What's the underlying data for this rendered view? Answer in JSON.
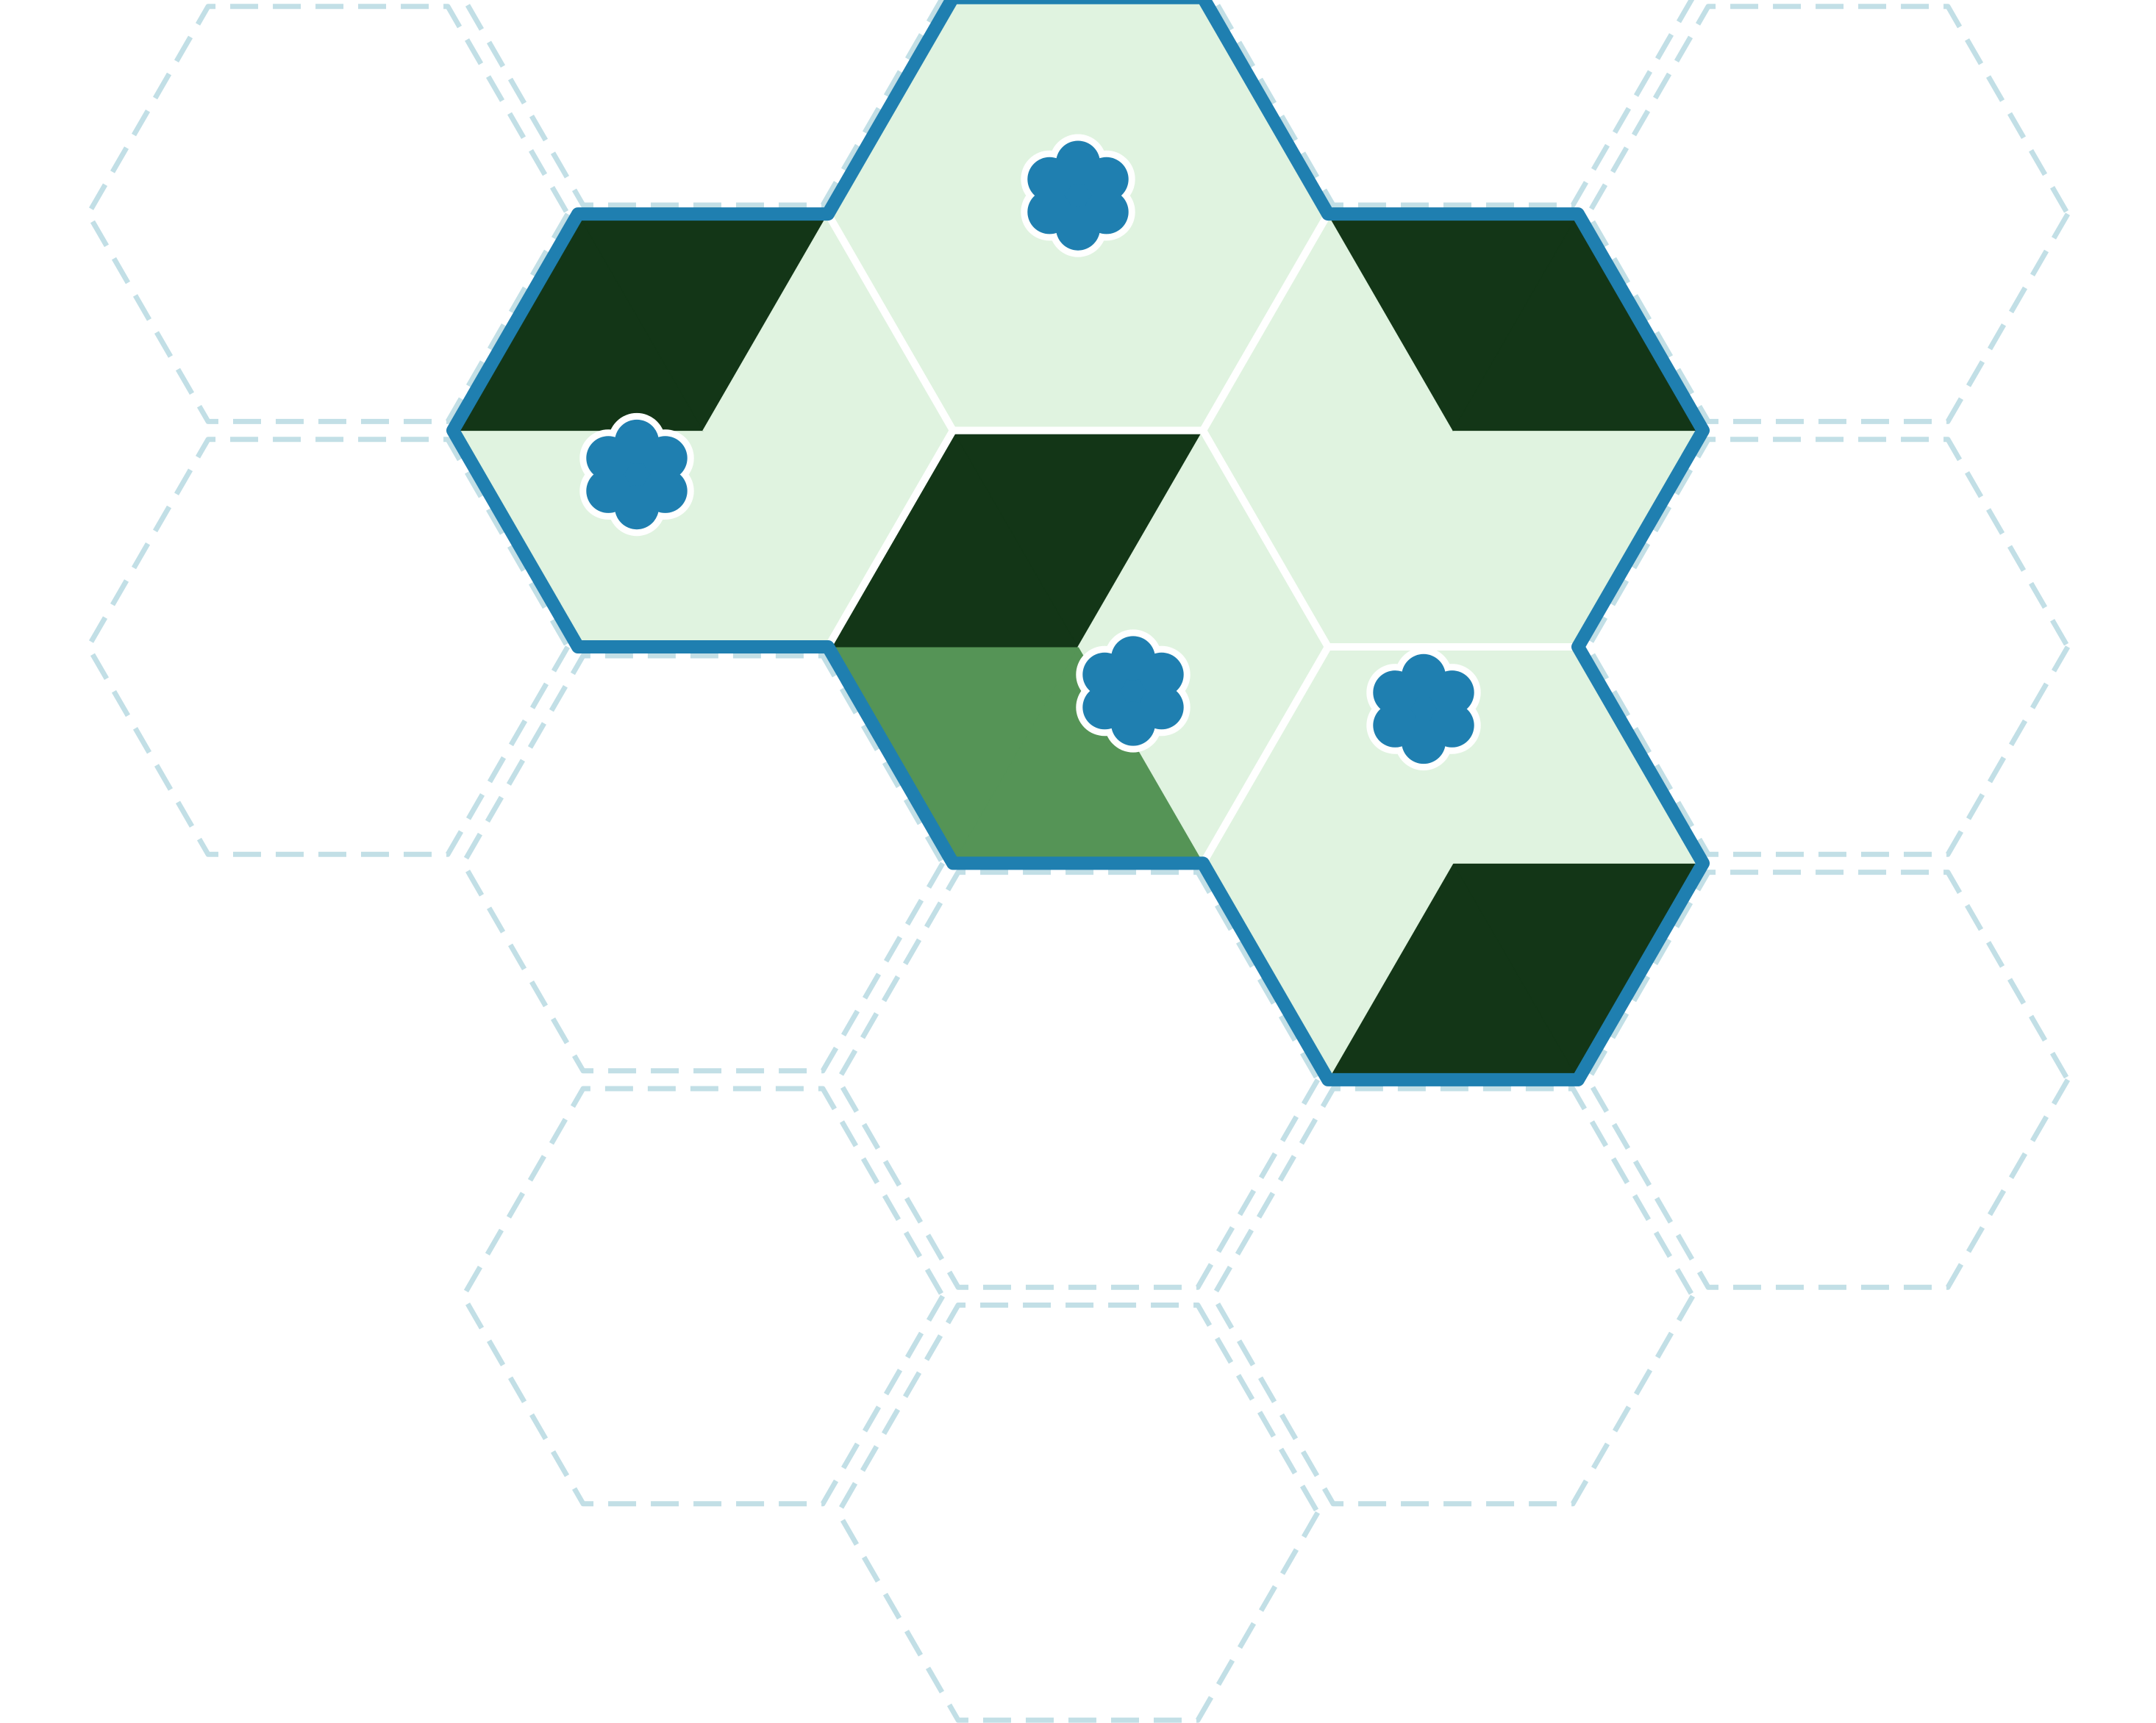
{
  "colors": {
    "background": "#ffffff",
    "empty_slot_outline": "#c2dfe6",
    "placed_outline": "#1f7fb0",
    "separator": "#ffffff",
    "terrain_light": "#e0f3e0",
    "terrain_mid": "#559456",
    "terrain_dark": "#133617",
    "token_fill": "#1f7fb0",
    "token_outline": "#ffffff"
  },
  "board": {
    "empty_slots": [
      {
        "q": 0,
        "r": -3
      },
      {
        "q": -1,
        "r": -2
      },
      {
        "q": 1,
        "r": -3
      },
      {
        "q": -2,
        "r": -1
      },
      {
        "q": 2,
        "r": -2
      },
      {
        "q": -2,
        "r": 0
      },
      {
        "q": 2,
        "r": -1
      },
      {
        "q": -1,
        "r": 1
      },
      {
        "q": 1,
        "r": 0
      },
      {
        "q": 0,
        "r": 1
      },
      {
        "q": 0,
        "r": 2
      },
      {
        "q": -1,
        "r": 2
      },
      {
        "q": 1,
        "r": 1
      },
      {
        "q": -2,
        "r": 1
      },
      {
        "q": 2,
        "r": 0
      },
      {
        "q": 0,
        "r": -2
      },
      {
        "q": -1,
        "r": -1
      },
      {
        "q": 1,
        "r": -2
      }
    ],
    "placed_tiles": [
      {
        "q": 0,
        "r": -1,
        "triangles": [
          "light",
          "light",
          "light",
          "light",
          "light",
          "light"
        ],
        "token": true
      },
      {
        "q": -1,
        "r": 0,
        "triangles": [
          "light",
          "light",
          "light",
          "dark",
          "dark",
          "light"
        ],
        "token": true
      },
      {
        "q": 1,
        "r": -1,
        "triangles": [
          "light",
          "light",
          "light",
          "light",
          "dark",
          "dark"
        ],
        "token": false
      },
      {
        "q": 0,
        "r": 0,
        "triangles": [
          "light",
          "mid",
          "mid",
          "dark",
          "dark",
          "light"
        ],
        "token": true
      },
      {
        "q": 1,
        "r": 0,
        "triangles": [
          "dark",
          "dark",
          "light",
          "light",
          "light",
          "light"
        ],
        "token": true
      }
    ]
  }
}
